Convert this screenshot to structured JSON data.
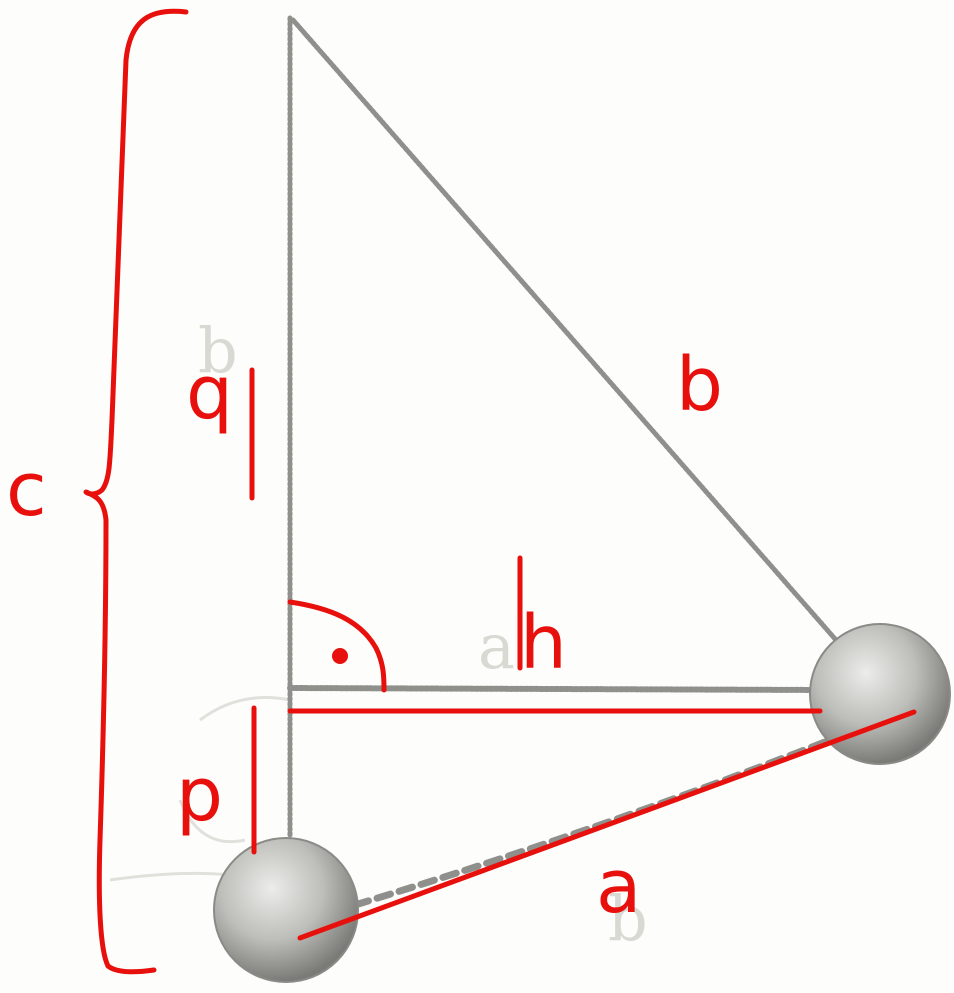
{
  "colors": {
    "ink": "#e8100c",
    "print": "#8a8a86",
    "ball_light": "#d6d6d2",
    "ball_dark": "#6d6d69",
    "faint": "#d9d9d4"
  },
  "labels": {
    "c": "c",
    "q": "q",
    "p": "p",
    "b": "b",
    "h": "h",
    "a": "a"
  },
  "faint_labels": {
    "upper_left": "b",
    "middle": "a",
    "bottom": "b"
  }
}
